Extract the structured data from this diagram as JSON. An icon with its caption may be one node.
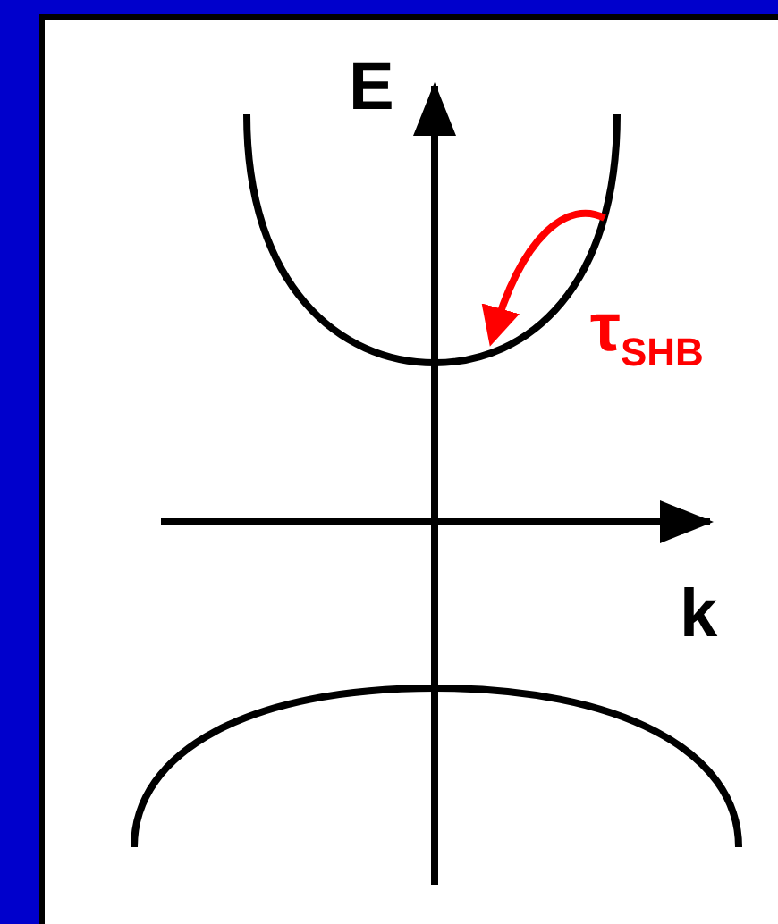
{
  "diagram": {
    "labels": [
      "E",
      "k",
      "τ$_{SHB}$"
    ]
  }
}
